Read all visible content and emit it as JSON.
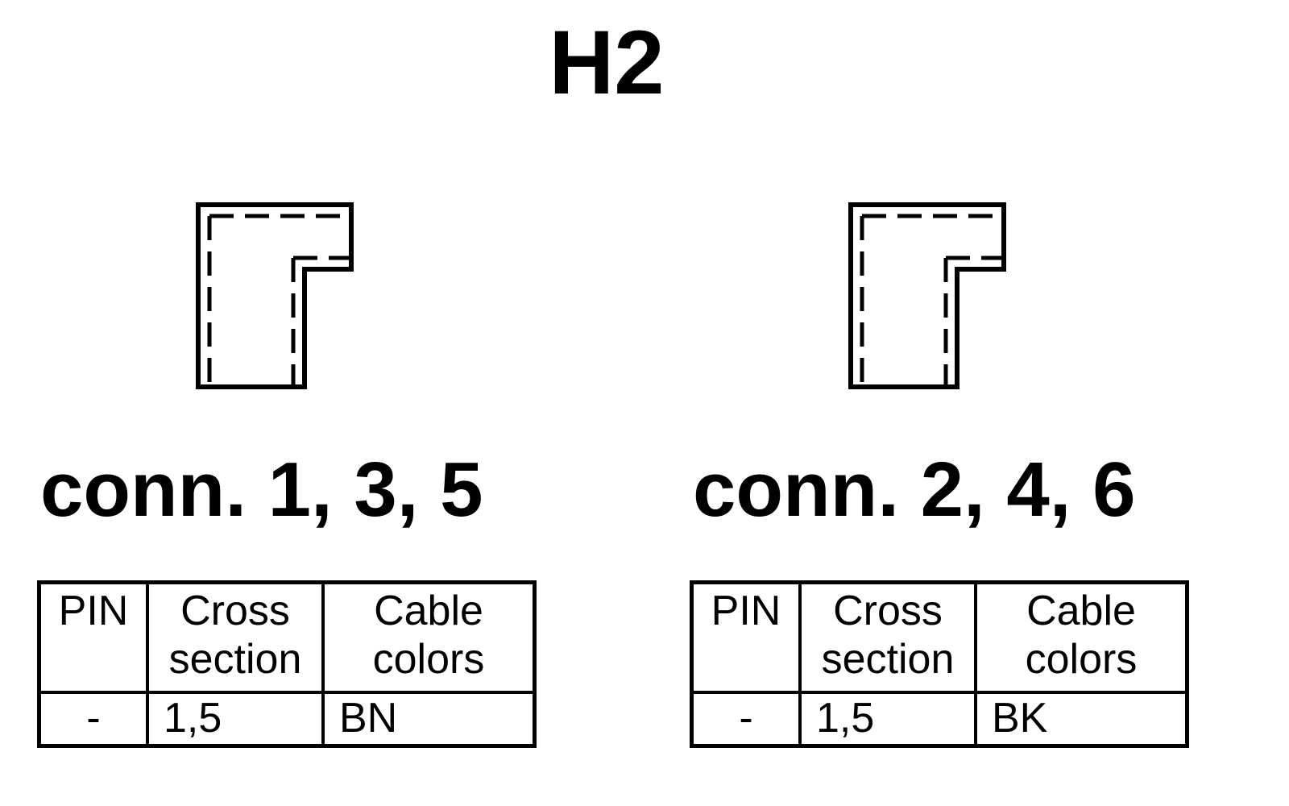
{
  "title": "H2",
  "connectors": [
    {
      "label": "conn. 1, 3, 5",
      "table": {
        "headers": [
          "PIN",
          "Cross section",
          "Cable colors"
        ],
        "header_lines": [
          [
            "PIN"
          ],
          [
            "Cross",
            "section"
          ],
          [
            "Cable",
            "colors"
          ]
        ],
        "rows": [
          [
            "-",
            "1,5",
            "BN"
          ]
        ]
      }
    },
    {
      "label": "conn. 2, 4, 6",
      "table": {
        "headers": [
          "PIN",
          "Cross section",
          "Cable colors"
        ],
        "header_lines": [
          [
            "PIN"
          ],
          [
            "Cross",
            "section"
          ],
          [
            "Cable",
            "colors"
          ]
        ],
        "rows": [
          [
            "-",
            "1,5",
            "BK"
          ]
        ]
      }
    }
  ]
}
